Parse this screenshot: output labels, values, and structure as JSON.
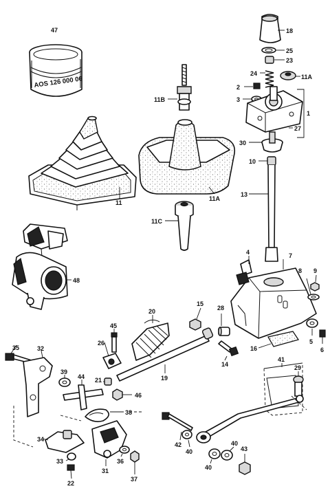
{
  "diagram": {
    "labels": {
      "p47": "47",
      "p18": "18",
      "p25": "25",
      "p23": "23",
      "p24": "24",
      "p11A_top": "11A",
      "p2": "2",
      "p3": "3",
      "p1": "1",
      "p27": "27",
      "p30": "30",
      "p10": "10",
      "p11B": "11B",
      "p11": "11",
      "p11A": "11A",
      "p13": "13",
      "p11C": "11C",
      "p48": "48",
      "p4": "4",
      "p7": "7",
      "p8": "8",
      "p9": "9",
      "p5": "5",
      "p6": "6",
      "p16": "16",
      "p20": "20",
      "p15": "15",
      "p28": "28",
      "p14": "14",
      "p45": "45",
      "p26": "26",
      "p19": "19",
      "p35": "35",
      "p32": "32",
      "p39": "39",
      "p44": "44",
      "p21": "21",
      "p46": "46",
      "p38": "38",
      "p34": "34",
      "p33": "33",
      "p22": "22",
      "p31": "31",
      "p36": "36",
      "p37": "37",
      "p41": "41",
      "p29": "29",
      "p42": "42",
      "p40a": "40",
      "p40b": "40",
      "p40c": "40",
      "p43": "43"
    },
    "ring_stamp": "AOS 126 000 06"
  }
}
